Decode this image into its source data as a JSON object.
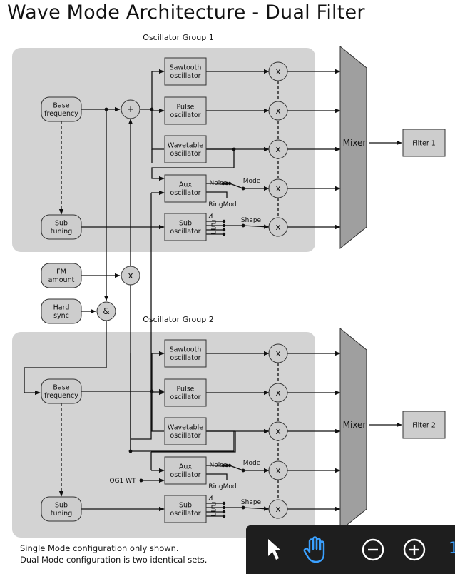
{
  "title": "Wave Mode Architecture - Dual Filter",
  "groups": [
    {
      "label": "Oscillator Group 1",
      "base_frequency": "Base\nfrequency",
      "sub_tuning": "Sub\ntuning",
      "oscillators": [
        "Sawtooth\noscillator",
        "Pulse\noscillator",
        "Wavetable\noscillator",
        "Aux\noscillator",
        "Sub\noscillator"
      ],
      "noise_label": "Noise",
      "ringmod_label": "RingMod",
      "mode_label": "Mode",
      "shape_label": "Shape",
      "mixer_label": "Mixer",
      "filter_label": "Filter 1",
      "multiplier_symbol": "x",
      "adder_symbol": "+"
    },
    {
      "label": "Oscillator Group 2",
      "base_frequency": "Base\nfrequency",
      "sub_tuning": "Sub\ntuning",
      "oscillators": [
        "Sawtooth\noscillator",
        "Pulse\noscillator",
        "Wavetable\noscillator",
        "Aux\noscillator",
        "Sub\noscillator"
      ],
      "noise_label": "Noise",
      "ringmod_label": "RingMod",
      "mode_label": "Mode",
      "shape_label": "Shape",
      "mixer_label": "Mixer",
      "filter_label": "Filter 2",
      "multiplier_symbol": "x",
      "og1_wt_label": "OG1 WT"
    }
  ],
  "fm_amount": "FM\namount",
  "fm_multiplier": "x",
  "hard_sync": "Hard\nsync",
  "and_symbol": "&",
  "footnote_line1": "Single Mode configuration only shown.",
  "footnote_line2": "Dual Mode configuration is two identical sets.",
  "toolbar": {
    "icons": [
      "pointer-icon",
      "hand-icon",
      "zoom-out-icon",
      "zoom-in-icon"
    ],
    "zoom_text": "1",
    "accent": "#3aa0ff"
  },
  "colors": {
    "group_bg": "#d3d3d3",
    "block_fill": "#cdcdcd",
    "mixer_fill": "#9f9f9f",
    "line": "#111111",
    "toolbar_bg": "#1e1e1e"
  }
}
